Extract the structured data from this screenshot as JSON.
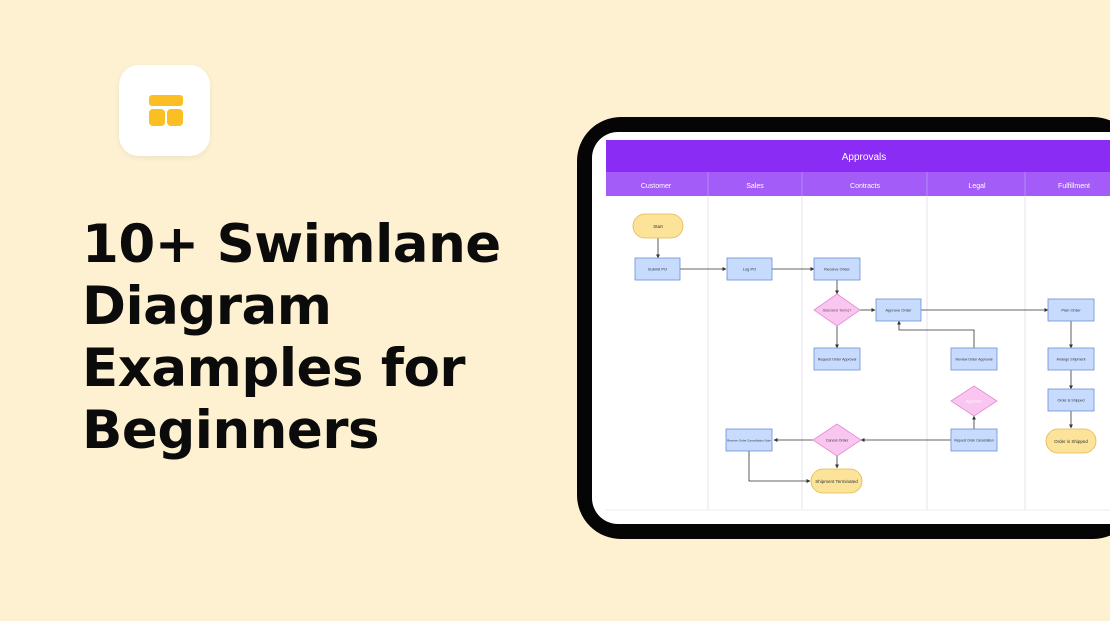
{
  "headline": {
    "lines": [
      "10+ Swimlane",
      "Diagram",
      "Examples for",
      "Beginners"
    ]
  },
  "logo": {
    "icon": "layout-blocks-icon",
    "color": "#fbbf24"
  },
  "colors": {
    "background": "#fdf1d2",
    "device_frame": "#050505",
    "header_purple": "#8b2cf5",
    "lane_header_purple": "#a35cf7",
    "process_fill": "#c7dbff",
    "process_stroke": "#6c8fd6",
    "decision_fill": "#f9c6f0",
    "decision_stroke": "#e58ad6",
    "terminal_fill": "#fbe39a",
    "terminal_stroke": "#e8b64a"
  },
  "diagram": {
    "title": "Approvals",
    "lanes": [
      "Customer",
      "Sales",
      "Contracts",
      "Legal",
      "Fulfillment"
    ],
    "nodes": {
      "start": "Start",
      "submit_po": "Submit PO",
      "log_po": "Log PO",
      "receive_order": "Receive Order",
      "standard_terms": "Standard Terms?",
      "approve_order": "Approve Order",
      "plan_order": "Plan Order",
      "request_order_approval": "Request Order Approval",
      "review_order_approval": "Review Order Approval",
      "legal_decision": "Approve?",
      "arrange_shipment": "Arrange Shipment",
      "order_is_shipped": "Order is Shipped",
      "order_is_shipped_end": "Order is Shipped",
      "receive_cancellation": "Receive Order Cancellation Note",
      "cancel_order": "Cancel Order",
      "request_cancellation": "Request Order Cancellation",
      "shipment_terminated": "Shipment Terminated"
    }
  }
}
